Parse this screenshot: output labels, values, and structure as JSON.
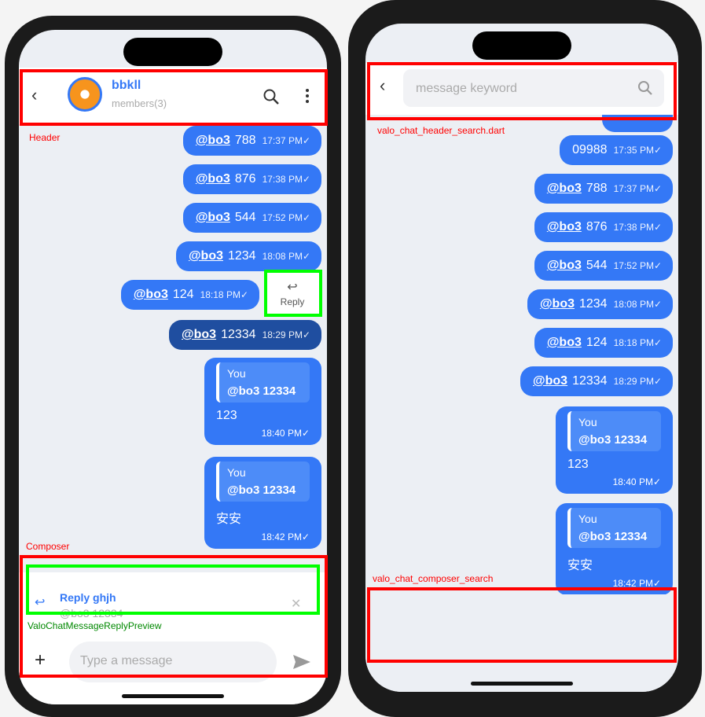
{
  "left": {
    "header": {
      "title": "bbkll",
      "subtitle": "members(3)",
      "annotation": "Header"
    },
    "messages": [
      {
        "mention": "@bo3",
        "text": "788",
        "time": "17:37 PM✓"
      },
      {
        "mention": "@bo3",
        "text": "876",
        "time": "17:38 PM✓"
      },
      {
        "mention": "@bo3",
        "text": "544",
        "time": "17:52 PM✓"
      },
      {
        "mention": "@bo3",
        "text": "1234",
        "time": "18:08 PM✓"
      },
      {
        "mention": "@bo3",
        "text": "124",
        "time": "18:18 PM✓"
      },
      {
        "mention": "@bo3",
        "text": "12334",
        "time": "18:29 PM✓"
      }
    ],
    "reply_action": "Reply",
    "replies": [
      {
        "author": "You",
        "quoted": "@bo3 12334",
        "text": "123",
        "time": "18:40 PM✓"
      },
      {
        "author": "You",
        "quoted": "@bo3 12334",
        "text": "安安",
        "time": "18:42 PM✓"
      }
    ],
    "composer": {
      "annotation": "Composer",
      "reply_title": "Reply ghjh",
      "reply_quote": "@bo3 12334",
      "reply_annotation": "ValoChatMessageReplyPreview",
      "placeholder": "Type a message"
    }
  },
  "right": {
    "search": {
      "placeholder": "message keyword",
      "annotation": "valo_chat_header_search.dart"
    },
    "messages": [
      {
        "mention": "",
        "text": "09988",
        "time": "17:35 PM✓"
      },
      {
        "mention": "@bo3",
        "text": "788",
        "time": "17:37 PM✓"
      },
      {
        "mention": "@bo3",
        "text": "876",
        "time": "17:38 PM✓"
      },
      {
        "mention": "@bo3",
        "text": "544",
        "time": "17:52 PM✓"
      },
      {
        "mention": "@bo3",
        "text": "1234",
        "time": "18:08 PM✓"
      },
      {
        "mention": "@bo3",
        "text": "124",
        "time": "18:18 PM✓"
      },
      {
        "mention": "@bo3",
        "text": "12334",
        "time": "18:29 PM✓"
      }
    ],
    "replies": [
      {
        "author": "You",
        "quoted": "@bo3 12334",
        "text": "123",
        "time": "18:40 PM✓"
      },
      {
        "author": "You",
        "quoted": "@bo3 12334",
        "text": "安安",
        "time": "18:42 PM✓"
      }
    ],
    "composer_annotation": "valo_chat_composer_search"
  },
  "colors": {
    "accent": "#3478f6",
    "selected": "#1f4ea0",
    "annotation_red": "#ff0000",
    "annotation_green": "#00ff00"
  }
}
